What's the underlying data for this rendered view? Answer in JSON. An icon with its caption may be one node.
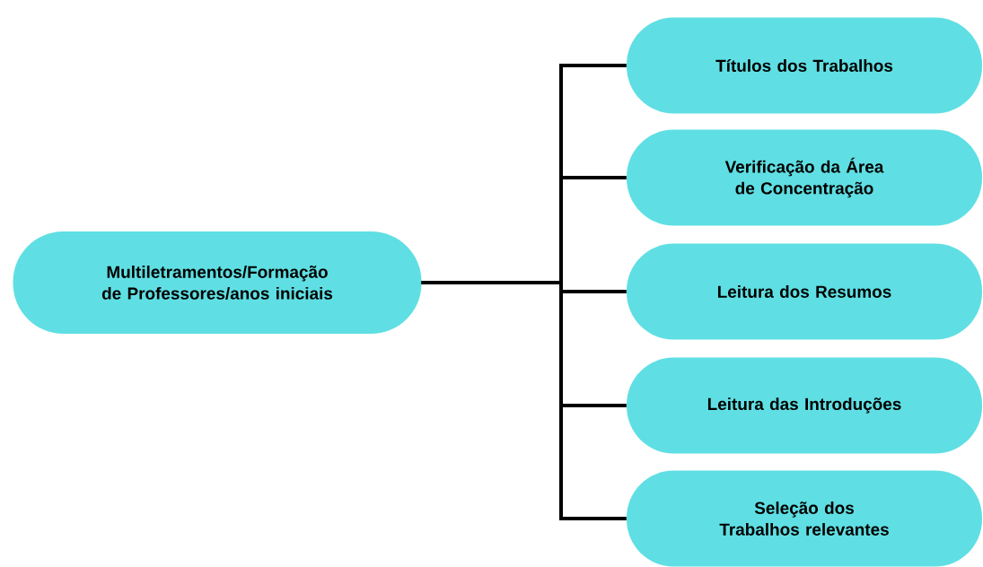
{
  "diagram": {
    "nodes": [
      {
        "text": [
          "Multiletramentos/Formação de Professores/anos iniciais"
        ]
      },
      {
        "text": [
          "Títulos dos Trabalhos"
        ]
      },
      {
        "text": [
          "Verificação da Área de Concentração"
        ]
      },
      {
        "text": [
          "Leitura dos Resumos"
        ]
      },
      {
        "text": [
          "Leitura das Introduções"
        ]
      },
      {
        "text": [
          "Seleção dos Trabalhos relevantes"
        ]
      }
    ],
    "edges": [
      {
        "from": 0,
        "to": 1,
        "arrow": "none"
      },
      {
        "from": 0,
        "to": 2,
        "arrow": "none"
      },
      {
        "from": 0,
        "to": 3,
        "arrow": "none"
      },
      {
        "from": 0,
        "to": 4,
        "arrow": "none"
      },
      {
        "from": 0,
        "to": 5,
        "arrow": "none"
      }
    ]
  }
}
